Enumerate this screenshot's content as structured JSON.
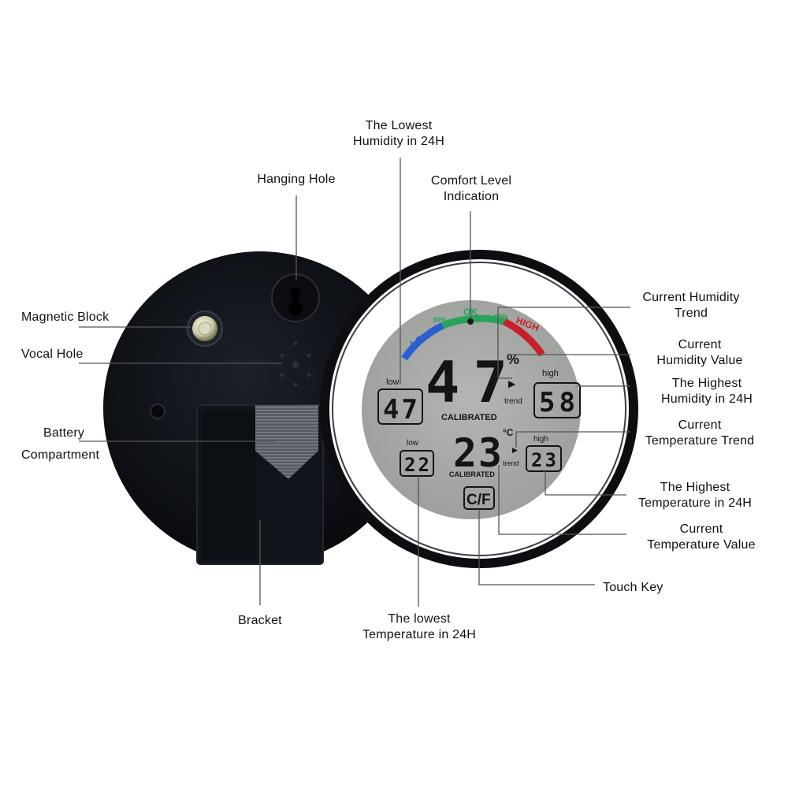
{
  "labels": {
    "lowest_humidity": [
      "The Lowest",
      "Humidity in 24H"
    ],
    "hanging_hole": "Hanging Hole",
    "comfort_level": [
      "Comfort Level",
      "Indication"
    ],
    "magnetic_block": "Magnetic Block",
    "vocal_hole": "Vocal Hole",
    "battery": [
      "Battery",
      "Compartment"
    ],
    "bracket": "Bracket",
    "current_humidity_trend": [
      "Current Humidity",
      "Trend"
    ],
    "current_humidity_value": [
      "Current",
      "Humidity Value"
    ],
    "highest_humidity": [
      "The Highest",
      "Humidity in 24H"
    ],
    "current_temp_trend": [
      "Current",
      "Temperature Trend"
    ],
    "highest_temp": [
      "The Highest",
      "Temperature in 24H"
    ],
    "current_temp_value": [
      "Current",
      "Temperature Value"
    ],
    "touch_key": "Touch Key",
    "lowest_temp": [
      "The lowest",
      "Temperature in 24H"
    ]
  },
  "display": {
    "arc_low": "LOW",
    "arc_30": "30%",
    "arc_ok": "OK",
    "arc_50": "50%",
    "arc_high": "HIGH",
    "humidity_value": "47",
    "humidity_unit": "%",
    "low_label": "low",
    "humidity_low": "47",
    "high_label": "high",
    "humidity_high": "58",
    "trend_label": "trend",
    "calibrated": "CALIBRATED",
    "temp_value": "23",
    "temp_unit": "°C",
    "temp_low_label": "low",
    "temp_low": "22",
    "temp_high_label": "high",
    "temp_high": "23",
    "temp_trend_label": "trend",
    "temp_calibrated": "CALIBRATED",
    "touch_key": "C/F"
  },
  "colors": {
    "low_arc": "#2a5fd0",
    "ok_arc": "#2aa35a",
    "high_arc": "#c8202a",
    "lcd_bg": "#a9aba9",
    "device_body": "#0e1116"
  }
}
